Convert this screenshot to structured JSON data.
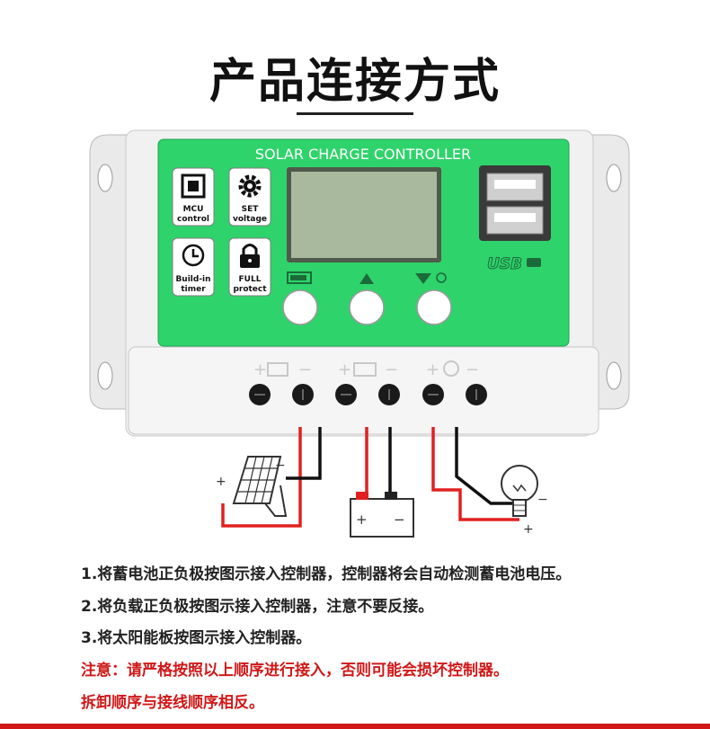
{
  "title": "产品连接方式",
  "panel": {
    "header": "SOLAR CHARGE CONTROLLER",
    "badges": [
      {
        "icon": "chip-icon",
        "line1": "MCU",
        "line2": "control"
      },
      {
        "icon": "gear-icon",
        "line1": "SET",
        "line2": "voltage"
      },
      {
        "icon": "clock-icon",
        "line1": "Build-in",
        "line2": "timer"
      },
      {
        "icon": "lock-icon",
        "line1": "FULL",
        "line2": "protect"
      }
    ],
    "usb_label": "USB",
    "buttons": [
      {
        "name": "menu-button",
        "icon": "battery-icon"
      },
      {
        "name": "up-button",
        "icon": "up-triangle-icon"
      },
      {
        "name": "down-button",
        "icon": "down-triangle-bulb-icon"
      }
    ]
  },
  "colors": {
    "panel_green": "#2fd36b",
    "wire_red": "#e02020",
    "wire_black": "#111111",
    "warning_red": "#d01818"
  },
  "instructions": [
    {
      "text": "1.将蓄电池正负极按图示接入控制器，控制器将会自动检测蓄电池电压。",
      "warning": false
    },
    {
      "text": "2.将负载正负极按图示接入控制器，注意不要反接。",
      "warning": false
    },
    {
      "text": "3.将太阳能板按图示接入控制器。",
      "warning": false
    },
    {
      "text": "注意：请严格按照以上顺序进行接入，否则可能会损坏控制器。",
      "warning": true
    },
    {
      "text": "拆卸顺序与接线顺序相反。",
      "warning": true
    }
  ]
}
